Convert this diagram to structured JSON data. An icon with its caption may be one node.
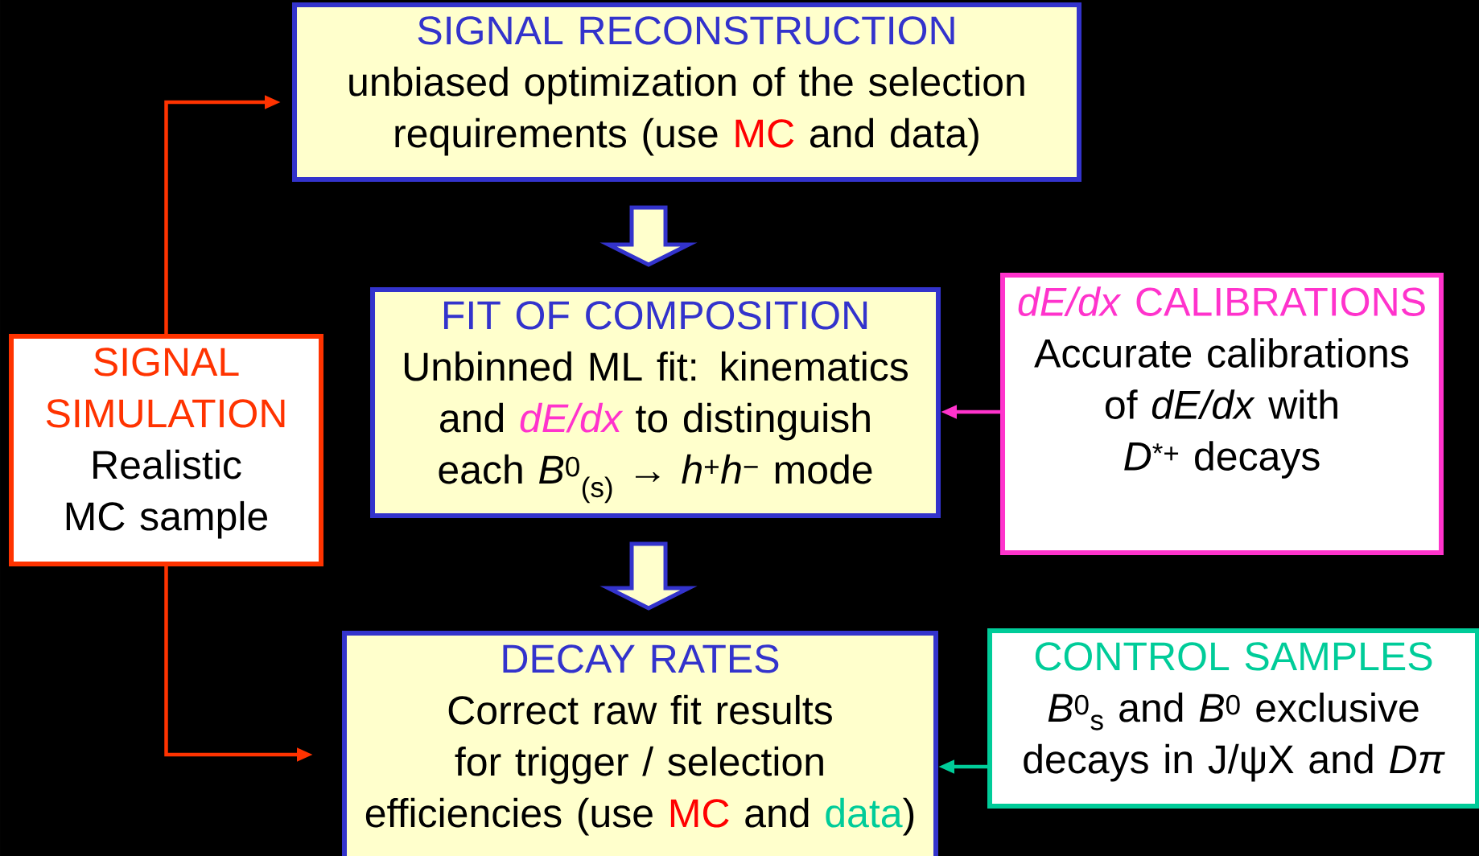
{
  "diagram": {
    "nodes": [
      {
        "text": [
          "SIGNAL RECONSTRUCTION",
          "unbiased optimization of the selection requirements (use",
          "MC",
          "and data)"
        ]
      },
      {
        "text": [
          "FIT OF COMPOSITION",
          "Unbinned ML fit: kinematics and",
          "dE/dx",
          "to distinguish each *B*$^{0}$$_{(s)}$ → *h*$^{+}$*h*$^{−}$ mode"
        ]
      },
      {
        "text": [
          "DECAY RATES",
          "Correct raw fit results for trigger / selection efficiencies (use",
          "MC",
          "and",
          "data",
          ")"
        ]
      },
      {
        "text": [
          "SIGNAL SIMULATION",
          "Realistic MC sample"
        ]
      },
      {
        "text": [
          "*dE/dx* CALIBRATIONS",
          "Accurate calibrations of *dE/dx* with *D*$^{*+}$ decays"
        ]
      },
      {
        "text": [
          "CONTROL SAMPLES",
          "*B*$^{0}$$_{s}$ and *B*$^{0}$ exclusive decays in J/ψX and *Dπ*"
        ]
      }
    ],
    "edges": [
      {
        "from": 0,
        "to": 1,
        "arrow": "to",
        "style": "thick",
        "color": "#3333cc"
      },
      {
        "from": 1,
        "to": 2,
        "arrow": "to",
        "style": "thick",
        "color": "#3333cc"
      },
      {
        "from": 3,
        "to": 0,
        "arrow": "to",
        "color": "#ff3300"
      },
      {
        "from": 3,
        "to": 2,
        "arrow": "to",
        "color": "#ff3300"
      },
      {
        "from": 4,
        "to": 1,
        "arrow": "to",
        "color": "#ff33cc"
      },
      {
        "from": 5,
        "to": 2,
        "arrow": "to",
        "color": "#00cc99"
      }
    ]
  }
}
